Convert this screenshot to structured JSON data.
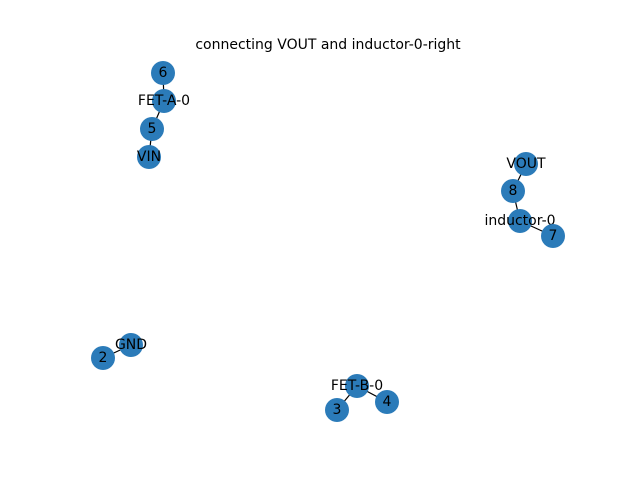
{
  "title": "connecting VOUT and inductor-0-right",
  "colors": {
    "node": "#2b7bb9",
    "edge": "#000000",
    "background": "#ffffff"
  },
  "nodes": [
    {
      "id": "6",
      "label": "6"
    },
    {
      "id": "FET-A-0",
      "label": "FET-A-0"
    },
    {
      "id": "5",
      "label": "5"
    },
    {
      "id": "VIN",
      "label": "VIN"
    },
    {
      "id": "VOUT",
      "label": "VOUT"
    },
    {
      "id": "8",
      "label": "8"
    },
    {
      "id": "inductor-0",
      "label": "inductor-0"
    },
    {
      "id": "7",
      "label": "7"
    },
    {
      "id": "GND",
      "label": "GND"
    },
    {
      "id": "2",
      "label": "2"
    },
    {
      "id": "FET-B-0",
      "label": "FET-B-0"
    },
    {
      "id": "3",
      "label": "3"
    },
    {
      "id": "4",
      "label": "4"
    }
  ],
  "edges": [
    [
      "6",
      "FET-A-0"
    ],
    [
      "FET-A-0",
      "5"
    ],
    [
      "5",
      "VIN"
    ],
    [
      "VOUT",
      "8"
    ],
    [
      "8",
      "inductor-0"
    ],
    [
      "inductor-0",
      "7"
    ],
    [
      "GND",
      "2"
    ],
    [
      "FET-B-0",
      "3"
    ],
    [
      "FET-B-0",
      "4"
    ]
  ]
}
